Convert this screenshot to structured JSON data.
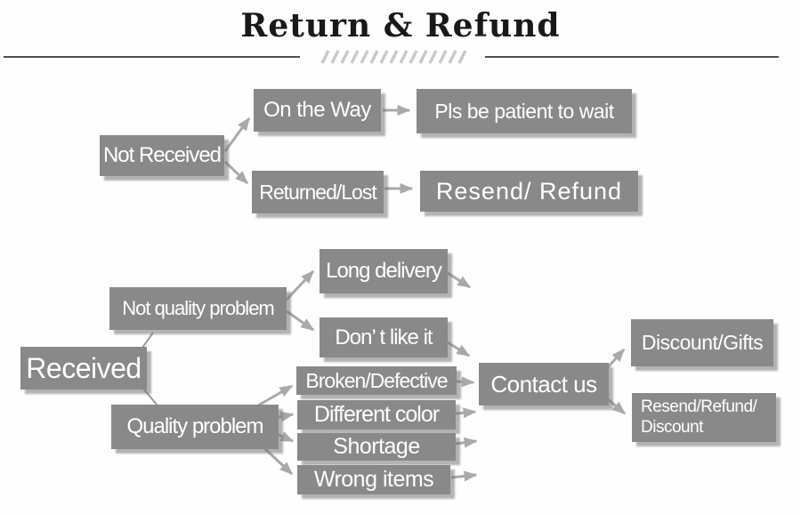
{
  "title": "Return & Refund",
  "colors": {
    "node_fill": "#898989",
    "node_text": "#ffffff",
    "arrow": "#a9a9a9",
    "plain_line": "#9a9a9a",
    "title_text": "#191919",
    "divider": "#4f4f4f",
    "hatch": "#c9c9c9",
    "background": "#fefefe"
  },
  "nodes": {
    "not_received": {
      "label": "Not Received"
    },
    "on_the_way": {
      "label": "On the Way"
    },
    "pls_wait": {
      "label": "Pls be patient to wait"
    },
    "returned_lost": {
      "label": "Returned/Lost"
    },
    "resend_refund": {
      "label": "Resend/ Refund"
    },
    "received": {
      "label": "Received"
    },
    "not_quality_problem": {
      "label": "Not quality problem"
    },
    "long_delivery": {
      "label": "Long delivery"
    },
    "dont_like_it": {
      "label": "Don’ t like it"
    },
    "quality_problem": {
      "label": "Quality problem"
    },
    "broken_defective": {
      "label": "Broken/Defective"
    },
    "different_color": {
      "label": "Different color"
    },
    "shortage": {
      "label": "Shortage"
    },
    "wrong_items": {
      "label": "Wrong items"
    },
    "contact_us": {
      "label": "Contact us"
    },
    "discount_gifts": {
      "label": "Discount/Gifts"
    },
    "resend_refund_discount": {
      "line1": "Resend/Refund/",
      "line2": "Discount"
    }
  },
  "edges": [
    {
      "from": "not_received",
      "to": "on_the_way",
      "arrow": true
    },
    {
      "from": "not_received",
      "to": "returned_lost",
      "arrow": true
    },
    {
      "from": "on_the_way",
      "to": "pls_wait",
      "arrow": true
    },
    {
      "from": "returned_lost",
      "to": "resend_refund",
      "arrow": true
    },
    {
      "from": "received",
      "to": "not_quality_problem",
      "arrow": false
    },
    {
      "from": "received",
      "to": "quality_problem",
      "arrow": false
    },
    {
      "from": "not_quality_problem",
      "to": "long_delivery",
      "arrow": true
    },
    {
      "from": "not_quality_problem",
      "to": "dont_like_it",
      "arrow": true
    },
    {
      "from": "long_delivery",
      "to": "out",
      "arrow": true
    },
    {
      "from": "dont_like_it",
      "to": "contact_us",
      "arrow": true
    },
    {
      "from": "quality_problem",
      "to": "broken_defective",
      "arrow": true
    },
    {
      "from": "quality_problem",
      "to": "different_color",
      "arrow": true
    },
    {
      "from": "quality_problem",
      "to": "shortage",
      "arrow": true
    },
    {
      "from": "quality_problem",
      "to": "wrong_items",
      "arrow": true
    },
    {
      "from": "broken_defective",
      "to": "contact_us",
      "arrow": true
    },
    {
      "from": "different_color",
      "to": "contact_us",
      "arrow": true
    },
    {
      "from": "shortage",
      "to": "contact_us",
      "arrow": true
    },
    {
      "from": "wrong_items",
      "to": "contact_us",
      "arrow": true
    },
    {
      "from": "contact_us",
      "to": "discount_gifts",
      "arrow": true
    },
    {
      "from": "contact_us",
      "to": "resend_refund_discount",
      "arrow": true
    }
  ]
}
